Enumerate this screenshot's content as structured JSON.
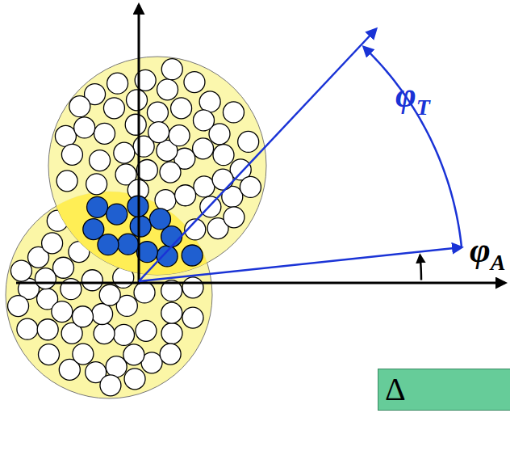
{
  "diagram": {
    "nodes": [
      {
        "text": [
          "Δ"
        ]
      }
    ],
    "labels": [
      "φT",
      "φA"
    ]
  }
}
